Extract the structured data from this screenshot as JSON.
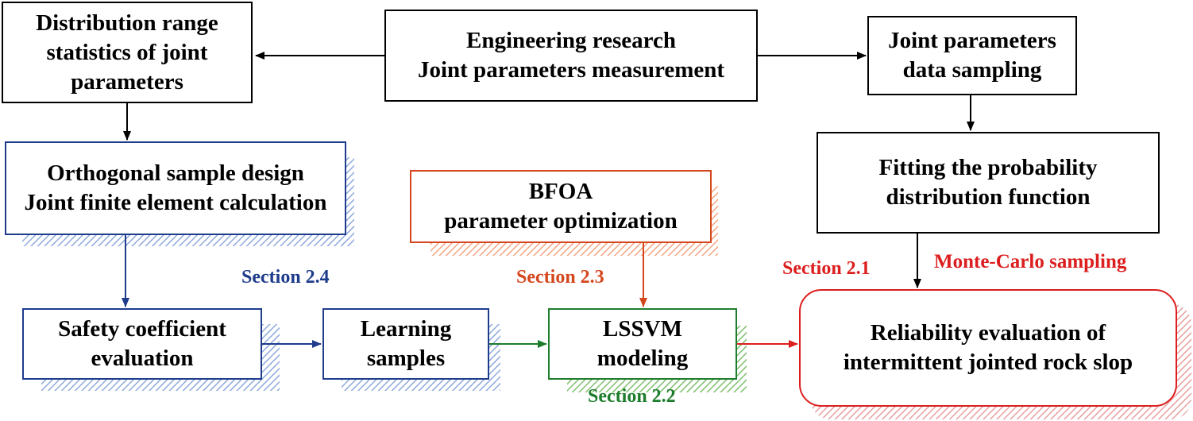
{
  "colors": {
    "black": "#000000",
    "blue": "#1f3c8c",
    "orange": "#d4471e",
    "green": "#1e7d2c",
    "red": "#dc1e1e",
    "blue_shadow": "#8faadc",
    "orange_shadow": "#f4a582",
    "green_shadow": "#7fbf6f",
    "red_shadow": "#e8a0a0"
  },
  "nodes": {
    "distribution_range": {
      "lines": [
        "Distribution range",
        "statistics of joint",
        "parameters"
      ]
    },
    "engineering_research": {
      "lines": [
        "Engineering research",
        "Joint parameters measurement"
      ]
    },
    "joint_sampling": {
      "lines": [
        "Joint parameters",
        "data sampling"
      ]
    },
    "orthogonal_design": {
      "lines": [
        "Orthogonal sample design",
        "Joint finite element calculation"
      ]
    },
    "bfoa": {
      "lines": [
        "BFOA",
        "parameter optimization"
      ]
    },
    "fitting_pdf": {
      "lines": [
        "Fitting the probability",
        "distribution function"
      ]
    },
    "safety_coefficient": {
      "lines": [
        "Safety coefficient",
        "evaluation"
      ]
    },
    "learning_samples": {
      "lines": [
        "Learning",
        "samples"
      ]
    },
    "lssvm": {
      "lines": [
        "LSSVM",
        "modeling"
      ]
    },
    "reliability": {
      "lines": [
        "Reliability evaluation of",
        "intermittent jointed rock slop"
      ]
    }
  },
  "labels": {
    "section_2_4": "Section 2.4",
    "section_2_3": "Section 2.3",
    "section_2_2": "Section 2.2",
    "section_2_1": "Section 2.1",
    "monte_carlo": "Monte-Carlo sampling"
  }
}
